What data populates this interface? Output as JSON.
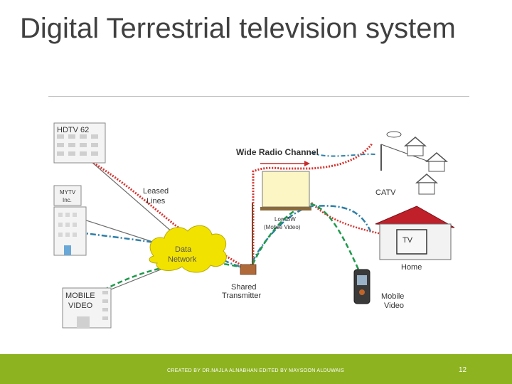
{
  "slide": {
    "title": "Digital Terrestrial television system",
    "footer_credit": "CREATED BY DR.NAJLA ALNABHAN EDITED BY MAYSOON ALDUWAIS",
    "page_number": "12"
  },
  "diagram": {
    "nodes": {
      "hdtv": "HDTV 62",
      "mytv_line1": "MYTV",
      "mytv_line2": "Inc.",
      "mobile_video_line1": "MOBILE",
      "mobile_video_line2": "VIDEO",
      "leased_line1": "Leased",
      "leased_line2": "Lines",
      "data_line1": "Data",
      "data_line2": "Network",
      "shared_line1": "Shared",
      "shared_line2": "Transmitter",
      "wide_radio": "Wide Radio Channel",
      "lowbw_line1": "Low BW",
      "lowbw_line2": "(Mobile Video)",
      "catv": "CATV",
      "tv": "TV",
      "home": "Home",
      "mobile_line1": "Mobile",
      "mobile_line2": "Video"
    },
    "colors": {
      "hd_signal": "#d9302c",
      "teal_signal": "#2f7fa8",
      "green_signal": "#1f9a4c",
      "cloud": "#f2e200",
      "roof": "#c0202a",
      "footer": "#8db320"
    }
  }
}
